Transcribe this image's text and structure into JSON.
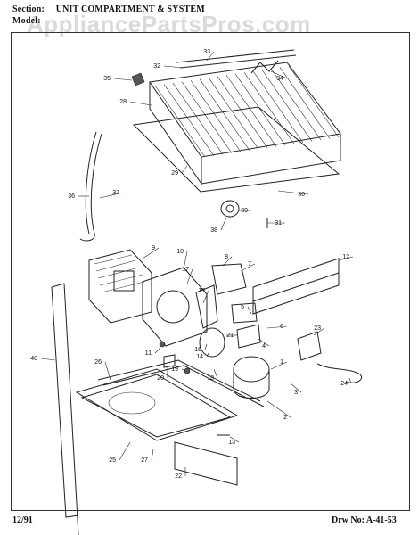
{
  "header": {
    "section_label": "Section:",
    "section_value": "UNIT COMPARTMENT & SYSTEM",
    "model_label": "Model:"
  },
  "watermark": "AppliancePartsPros.com",
  "footer": {
    "date": "12/91",
    "drawing_number": "Drw No: A-41-53"
  },
  "callouts": [
    "1",
    "2",
    "3",
    "4",
    "5",
    "6",
    "7",
    "8",
    "9",
    "10",
    "11",
    "12",
    "13",
    "14",
    "15",
    "16",
    "17",
    "18",
    "19",
    "20",
    "21",
    "22",
    "23",
    "24",
    "25",
    "26",
    "27",
    "28",
    "29",
    "30",
    "31",
    "32",
    "33",
    "34",
    "35",
    "36",
    "37",
    "38",
    "39",
    "40"
  ]
}
